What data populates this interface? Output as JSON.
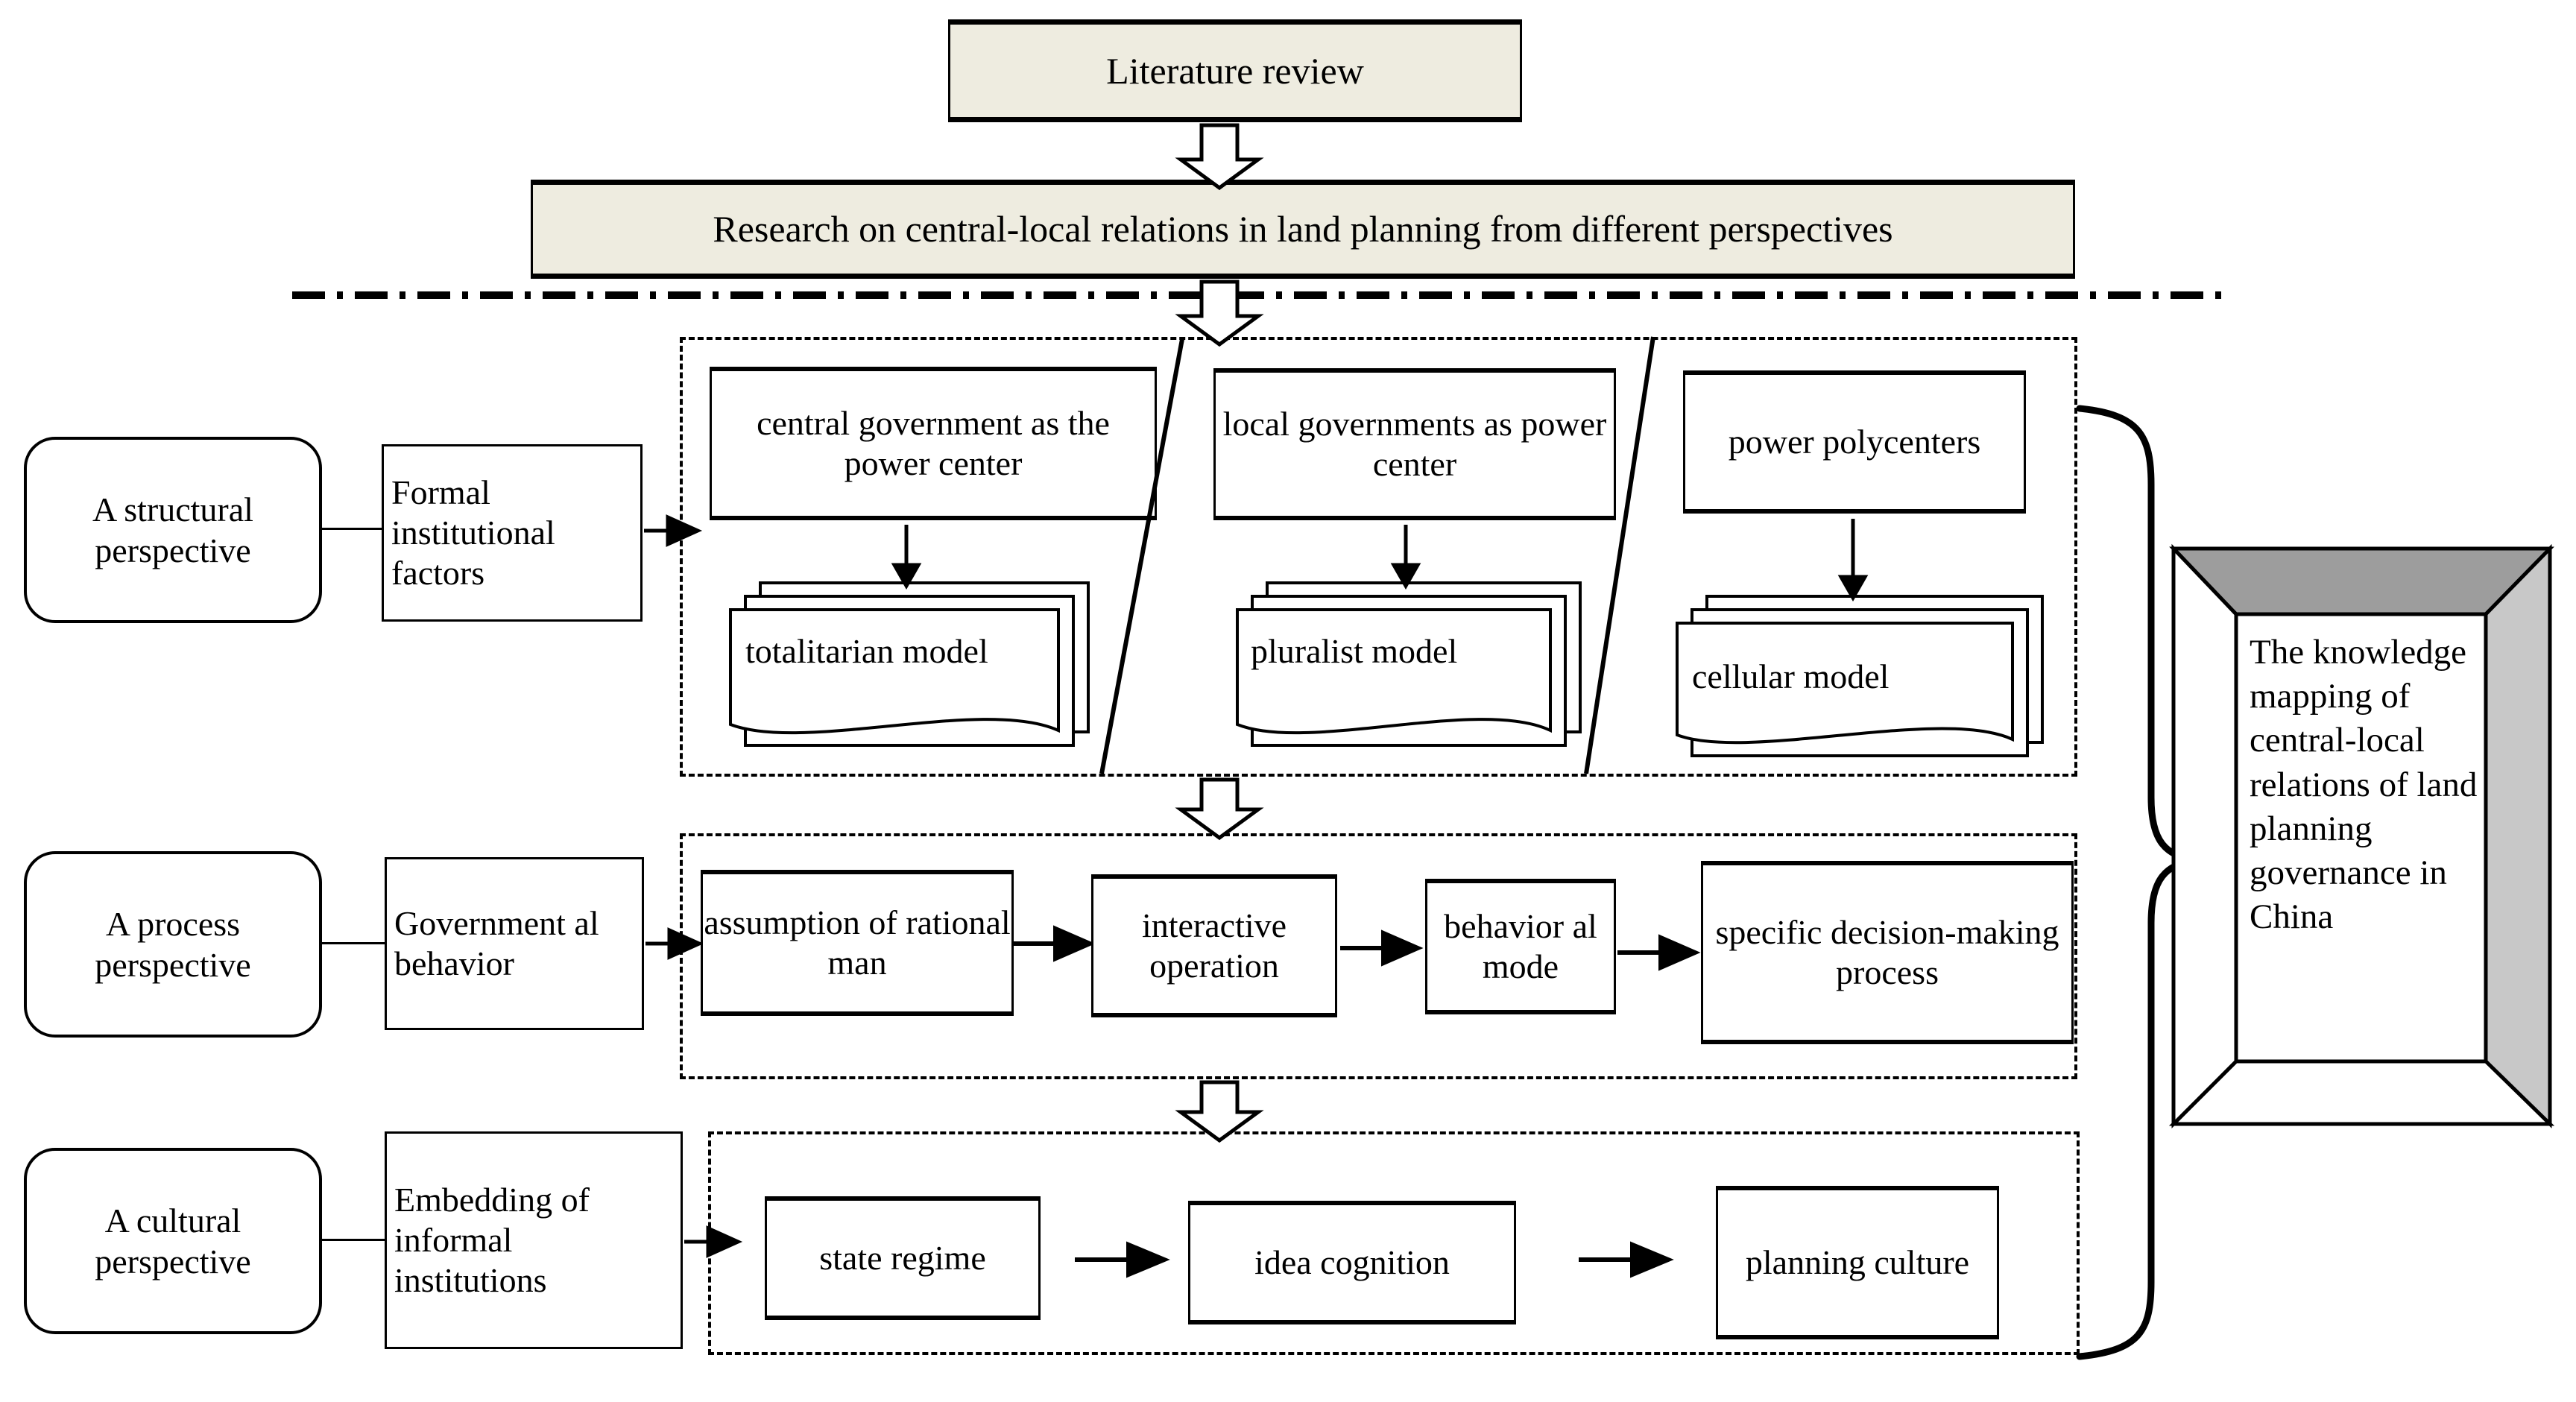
{
  "top": {
    "literature_review": "Literature review",
    "research_banner": "Research on central-local relations in land planning from different perspectives"
  },
  "perspectives": [
    {
      "name": "A structural perspective",
      "factor": "Formal institutional factors"
    },
    {
      "name": "A process perspective",
      "factor": "Government al behavior"
    },
    {
      "name": "A cultural perspective",
      "factor": "Embedding of informal institutions"
    }
  ],
  "structural_panel": {
    "columns": [
      {
        "center": "central government as the power center",
        "model": "totalitarian model"
      },
      {
        "center": "local governments as power center",
        "model": "pluralist model"
      },
      {
        "center": "power polycenters",
        "model": "cellular model"
      }
    ]
  },
  "process_panel": {
    "steps": [
      "assumption of rational man",
      "interactive operation",
      "behavior al mode",
      "specific decision-making process"
    ]
  },
  "cultural_panel": {
    "steps": [
      "state regime",
      "idea cognition",
      "planning culture"
    ]
  },
  "outcome": {
    "text": "The knowledge mapping of central-local relations of land planning governance in China"
  },
  "colors": {
    "banner_fill": "#eeece0",
    "outline": "#000000",
    "cube_top_bevel": "#9d9d9d",
    "cube_side_bevel": "#c8c8c8",
    "page_background": "#ffffff"
  }
}
